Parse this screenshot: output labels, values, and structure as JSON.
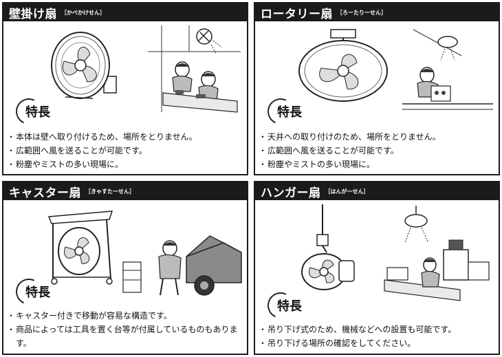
{
  "panels": {
    "wall": {
      "title": "壁掛け扇",
      "reading": "［かべかけせん］",
      "badge": "特長",
      "features": [
        "本体は壁へ取り付けるため、場所をとりません。",
        "広範囲へ風を送ることが可能です。",
        "粉塵やミストの多い現場に。"
      ]
    },
    "rotary": {
      "title": "ロータリー扇",
      "reading": "［ろーたりーせん］",
      "badge": "特長",
      "features": [
        "天井への取り付けのため、場所をとりません。",
        "広範囲へ風を送ることが可能です。",
        "粉塵やミストの多い現場に。"
      ]
    },
    "caster": {
      "title": "キャスター扇",
      "reading": "［きゃすたーせん］",
      "badge": "特長",
      "features": [
        "キャスター付きで移動が容易な構造です。",
        "商品によっては工具を置く台等が付属しているものもあります。"
      ]
    },
    "hanger": {
      "title": "ハンガー扇",
      "reading": "［はんがーせん］",
      "badge": "特長",
      "features": [
        "吊り下げ式のため、機械などへの設置も可能です。",
        "吊り下げる場所の確認をしてください。"
      ]
    }
  }
}
